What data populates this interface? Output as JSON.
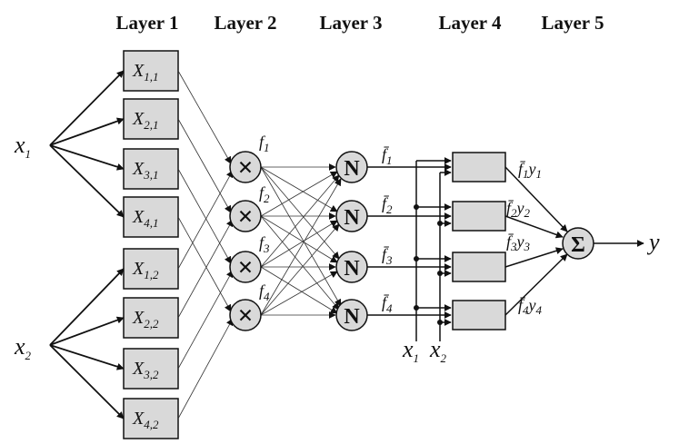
{
  "layer_titles": [
    "Layer 1",
    "Layer 2",
    "Layer 3",
    "Layer 4",
    "Layer 5"
  ],
  "inputs": [
    {
      "base": "x",
      "sub": "1"
    },
    {
      "base": "x",
      "sub": "2"
    }
  ],
  "mf_boxes": [
    {
      "base": "X",
      "sub": "1,1"
    },
    {
      "base": "X",
      "sub": "2,1"
    },
    {
      "base": "X",
      "sub": "3,1"
    },
    {
      "base": "X",
      "sub": "4,1"
    },
    {
      "base": "X",
      "sub": "1,2"
    },
    {
      "base": "X",
      "sub": "2,2"
    },
    {
      "base": "X",
      "sub": "3,2"
    },
    {
      "base": "X",
      "sub": "4,2"
    }
  ],
  "product_nodes": {
    "symbol": "×",
    "labels": [
      {
        "base": "f",
        "sub": "1"
      },
      {
        "base": "f",
        "sub": "2"
      },
      {
        "base": "f",
        "sub": "3"
      },
      {
        "base": "f",
        "sub": "4"
      }
    ]
  },
  "norm_nodes": {
    "symbol": "N",
    "labels": [
      {
        "base": "f̄",
        "sub": "1"
      },
      {
        "base": "f̄",
        "sub": "2"
      },
      {
        "base": "f̄",
        "sub": "3"
      },
      {
        "base": "f̄",
        "sub": "4"
      }
    ]
  },
  "layer4": {
    "bus_labels": [
      {
        "base": "x",
        "sub": "1"
      },
      {
        "base": "x",
        "sub": "2"
      }
    ],
    "outputs": [
      {
        "f": "f̄",
        "i": "1",
        "y": "y",
        "j": "1"
      },
      {
        "f": "f̄",
        "i": "2",
        "y": "y",
        "j": "2"
      },
      {
        "f": "f̄",
        "i": "3",
        "y": "y",
        "j": "3"
      },
      {
        "f": "f̄",
        "i": "4",
        "y": "y",
        "j": "4"
      }
    ]
  },
  "sum_node": {
    "symbol": "Σ"
  },
  "output": "y"
}
